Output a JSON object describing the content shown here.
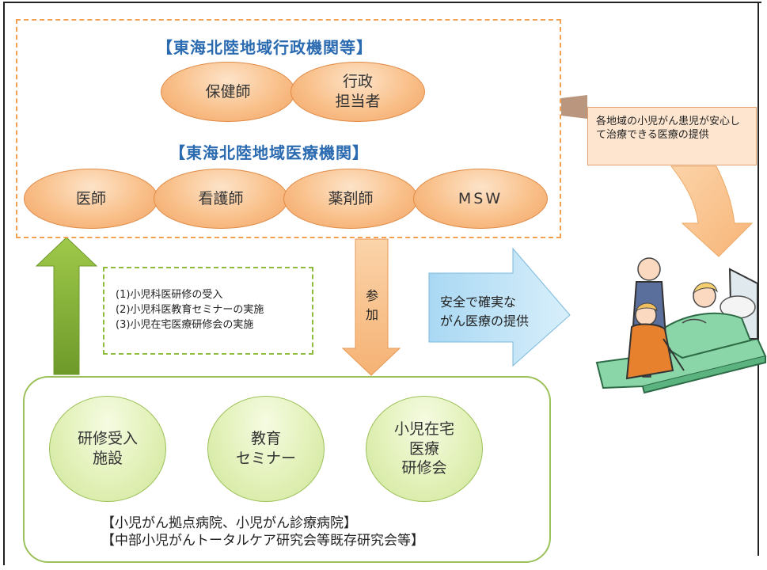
{
  "top_section": {
    "gov_title": "【東海北陸地域行政機関等】",
    "gov_roles": [
      {
        "label": "保健師"
      },
      {
        "label_lines": [
          "行政",
          "担当者"
        ]
      }
    ],
    "med_title": "【東海北陸地域医療機関】",
    "med_roles": [
      "医師",
      "看護師",
      "薬剤師",
      "MSW"
    ]
  },
  "note": "各地域の小児がん患児が安心して治療できる医療の提供",
  "participate_label": [
    "参",
    "加"
  ],
  "safe_care_label": [
    "安全で確実な",
    "がん医療の提供"
  ],
  "activities": [
    "(1)小児科医研修の受入",
    "(2)小児科医教育セミナーの実施",
    "(3)小児在宅医療研修会の実施"
  ],
  "bottom_section": {
    "programs": [
      {
        "lines": [
          "研修受入",
          "施設"
        ]
      },
      {
        "lines": [
          "教育",
          "セミナー"
        ]
      },
      {
        "lines": [
          "小児在宅",
          "医療",
          "研修会"
        ]
      }
    ],
    "footer_lines": [
      "【小児がん拠点病院、小児がん診療病院】",
      "【中部小児がんトータルケア研究会等既存研究会等】"
    ]
  },
  "colors": {
    "orange_fill": "#f9c08a",
    "orange_border": "#f0a050",
    "green_fill": "#e2f1b8",
    "green_border": "#9cc15a",
    "blue_arrow": "#bfe3f7",
    "title_blue": "#2a6ab0"
  },
  "icons": {
    "patient_illustration": "doctor-visiting-patient-in-hospital-bed"
  }
}
